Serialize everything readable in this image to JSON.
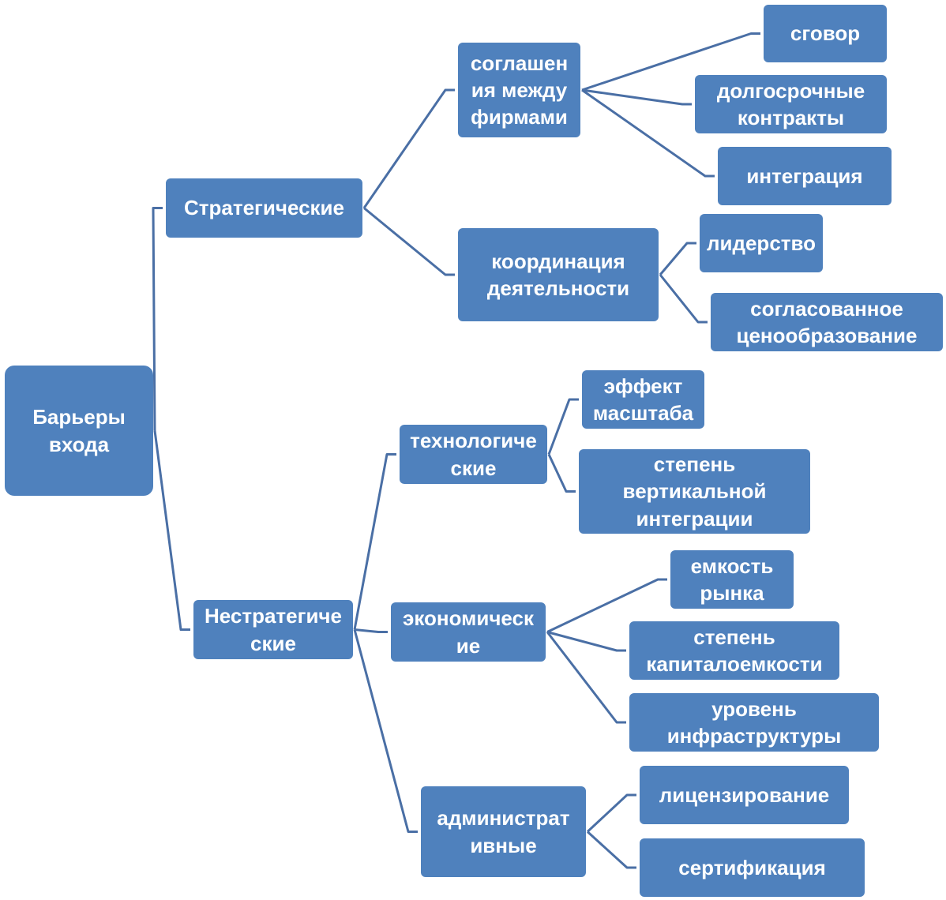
{
  "diagram": {
    "type": "tree",
    "nodes": {
      "root": "Барьеры\nвхода",
      "strategic": "Стратегические",
      "nonstrategic": "Нестратегиче\nские",
      "agreements": "соглашен\nия между\nфирмами",
      "coordination": "координация\nдеятельности",
      "collusion": "сговор",
      "long_contracts": "долгосрочные\nконтракты",
      "integration": "интеграция",
      "leadership": "лидерство",
      "coordinated_pricing": "согласованное\nценообразование",
      "technological": "технологиче\nские",
      "economic": "экономическ\nие",
      "administrative": "администрат\nивные",
      "scale_effect": "эффект\nмасштаба",
      "vertical_integration": "степень\nвертикальной\nинтеграции",
      "market_capacity": "емкость\nрынка",
      "capital_intensity": "степень\nкапиталоемкости",
      "infrastructure": "уровень\nинфраструктуры",
      "licensing": "лицензирование",
      "certification": "сертификация"
    },
    "edges": [
      [
        "root",
        "strategic"
      ],
      [
        "root",
        "nonstrategic"
      ],
      [
        "strategic",
        "agreements"
      ],
      [
        "strategic",
        "coordination"
      ],
      [
        "agreements",
        "collusion"
      ],
      [
        "agreements",
        "long_contracts"
      ],
      [
        "agreements",
        "integration"
      ],
      [
        "coordination",
        "leadership"
      ],
      [
        "coordination",
        "coordinated_pricing"
      ],
      [
        "nonstrategic",
        "technological"
      ],
      [
        "nonstrategic",
        "economic"
      ],
      [
        "nonstrategic",
        "administrative"
      ],
      [
        "technological",
        "scale_effect"
      ],
      [
        "technological",
        "vertical_integration"
      ],
      [
        "economic",
        "market_capacity"
      ],
      [
        "economic",
        "capital_intensity"
      ],
      [
        "economic",
        "infrastructure"
      ],
      [
        "administrative",
        "licensing"
      ],
      [
        "administrative",
        "certification"
      ]
    ],
    "colors": {
      "node_fill": "#4f81bd",
      "node_text": "#ffffff",
      "connector": "#4a6fa5"
    }
  }
}
